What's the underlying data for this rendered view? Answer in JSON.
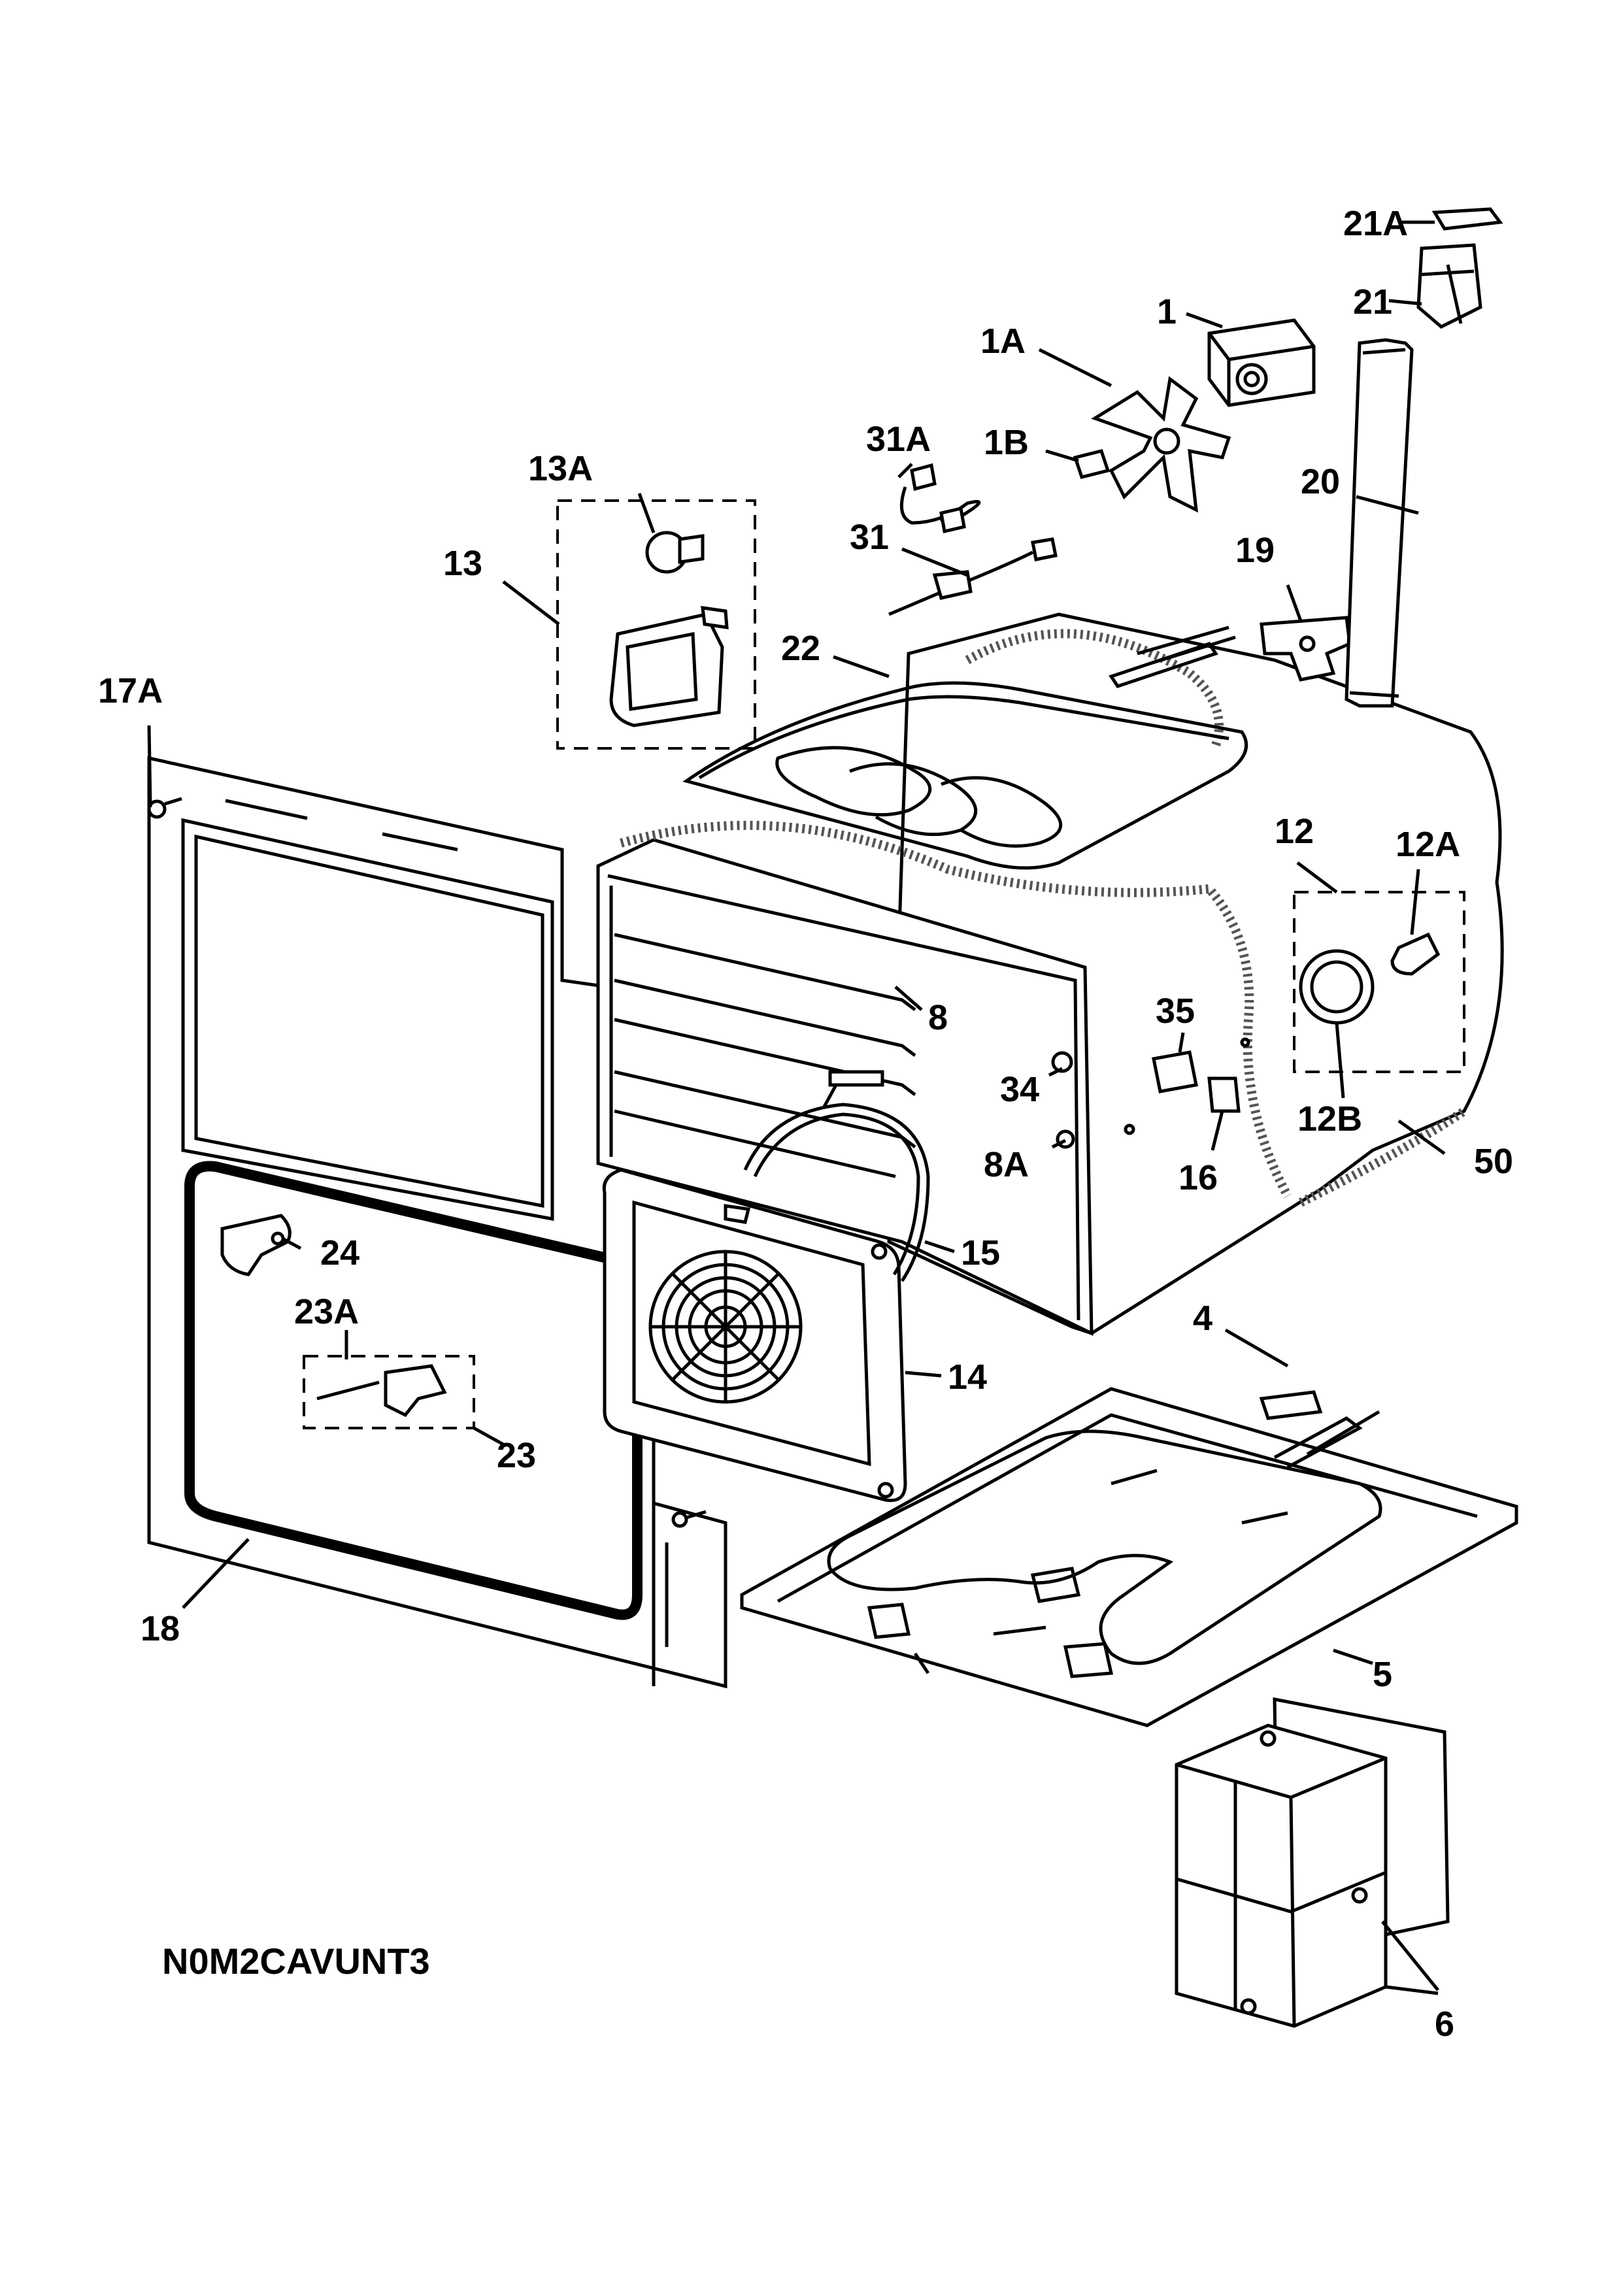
{
  "diagram": {
    "code": "N0M2CAVUNT3",
    "callouts": {
      "p21A": "21A",
      "p21": "21",
      "p1": "1",
      "p1A": "1A",
      "p31A": "31A",
      "p1B": "1B",
      "p20": "20",
      "p13A": "13A",
      "p13": "13",
      "p31": "31",
      "p19": "19",
      "p22": "22",
      "p17A": "17A",
      "p12": "12",
      "p12A": "12A",
      "p8": "8",
      "p35": "35",
      "p34": "34",
      "p12B": "12B",
      "p8A": "8A",
      "p16": "16",
      "p50": "50",
      "p24": "24",
      "p15": "15",
      "p23A": "23A",
      "p4": "4",
      "p14": "14",
      "p23": "23",
      "p18": "18",
      "p5": "5",
      "p6": "6"
    }
  }
}
